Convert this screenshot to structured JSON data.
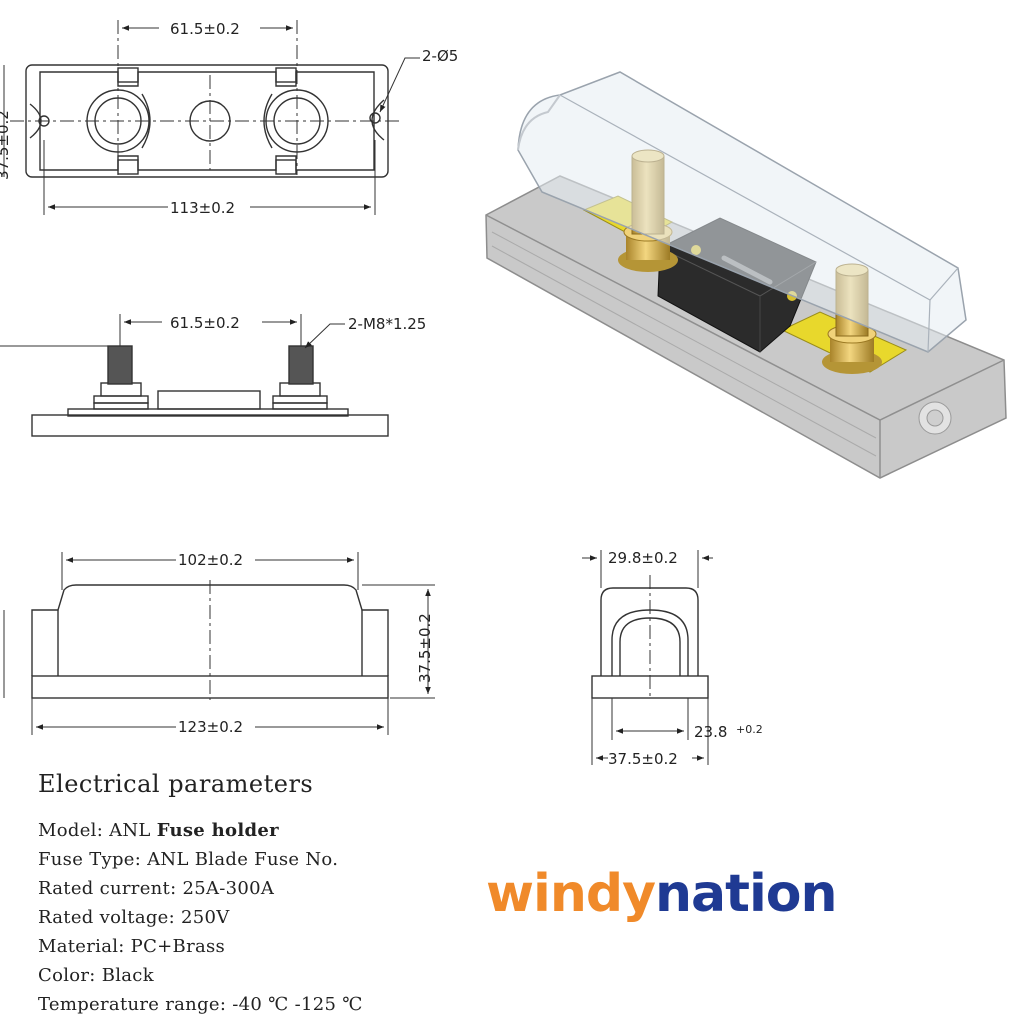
{
  "dimensions": {
    "top_view": {
      "pitch": "61.5±0.2",
      "holes": "2-Ø5",
      "length": "113±0.2",
      "side": "37.5±0.2"
    },
    "side_view": {
      "pitch": "61.5±0.2",
      "thread": "2-M8*1.25"
    },
    "front_view": {
      "cover_length": "102±0.2",
      "base_length": "123±0.2",
      "height": "37.5±0.2"
    },
    "end_view": {
      "cover_width": "29.8±0.2",
      "inner_width": "23.8",
      "inner_tol": "+0.2",
      "base_width": "37.5±0.2"
    }
  },
  "params": {
    "title": "Electrical parameters",
    "model_label": "Model: ANL ",
    "model_value": "Fuse holder",
    "fuse_type": "Fuse Type: ANL Blade Fuse No.",
    "rated_current": "Rated current: 25A-300A",
    "rated_voltage": "Rated voltage: 250V",
    "material": "Material: PC+Brass",
    "color": "Color: Black",
    "temperature": "Temperature range: -40 ℃ -125 ℃"
  },
  "logo": {
    "part1": "windy",
    "part2": "nation",
    "color1": "#f08a2a",
    "color2": "#1f3a93"
  }
}
